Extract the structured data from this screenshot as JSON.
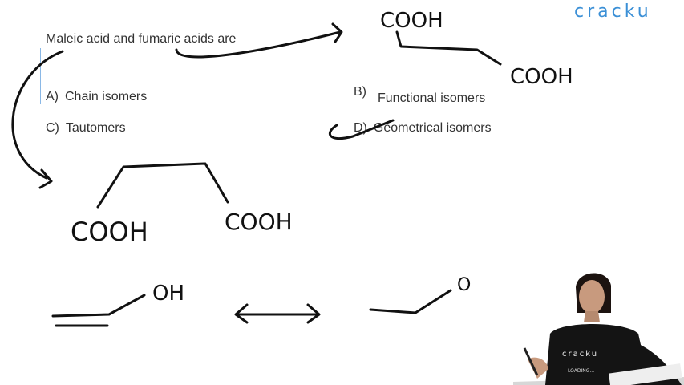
{
  "brand": "cracku",
  "question": "Maleic acid and fumaric acids are",
  "options": [
    {
      "letter": "A)",
      "text": "Chain isomers"
    },
    {
      "letter": "B)",
      "text": "Functional isomers"
    },
    {
      "letter": "C)",
      "text": "Tautomers"
    },
    {
      "letter": "D)",
      "text": "Geometrical isomers"
    }
  ],
  "annotations": {
    "cooh_top": "COOH",
    "cooh_right": "COOH",
    "cooh_left_bottom": "COOH",
    "cooh_right_bottom": "COOH",
    "oh": "OH",
    "o": "O"
  },
  "presenter": {
    "shirt_brand": "cracku",
    "shirt_sub": "LOADING..."
  }
}
